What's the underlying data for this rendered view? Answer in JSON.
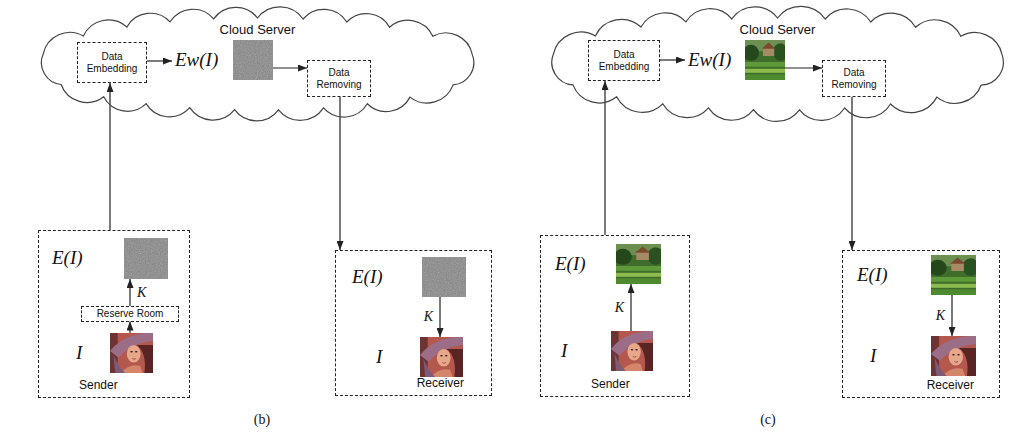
{
  "diagram": {
    "nodes": [
      {
        "text": [
          "Cloud Server"
        ]
      },
      {
        "text": [
          "Data Embedding"
        ],
        "in": 0
      },
      {
        "text": [
          "Ew(I)"
        ],
        "in": 0
      },
      {
        "text": [
          "Data Removing"
        ],
        "in": 0
      },
      {
        "text": [
          "Sender"
        ]
      },
      {
        "text": [
          "E(I)"
        ],
        "in": 4
      },
      {
        "text": [
          "Reserve Room"
        ],
        "in": 4
      },
      {
        "text": [
          "I"
        ],
        "in": 4
      },
      {
        "text": [
          "Receiver"
        ]
      },
      {
        "text": [
          "E(I)"
        ],
        "in": 8
      },
      {
        "text": [
          "I"
        ],
        "in": 8
      },
      {
        "text": [
          "Cloud Server"
        ]
      },
      {
        "text": [
          "Data Embedding"
        ],
        "in": 11
      },
      {
        "text": [
          "Ew(I)"
        ],
        "in": 11
      },
      {
        "text": [
          "Data Removing"
        ],
        "in": 11
      },
      {
        "text": [
          "Sender"
        ]
      },
      {
        "text": [
          "E(I)"
        ],
        "in": 15
      },
      {
        "text": [
          "I"
        ],
        "in": 15
      },
      {
        "text": [
          "Receiver"
        ]
      },
      {
        "text": [
          "E(I)"
        ],
        "in": 18
      },
      {
        "text": [
          "I"
        ],
        "in": 18
      }
    ],
    "edges": [
      {
        "from": 1,
        "to": 2,
        "arrow": "to"
      },
      {
        "from": 2,
        "to": 3,
        "arrow": "to"
      },
      {
        "from": 4,
        "to": 1,
        "arrow": "to"
      },
      {
        "from": 3,
        "to": 8,
        "arrow": "to"
      },
      {
        "from": 7,
        "to": 6,
        "arrow": "to"
      },
      {
        "from": 6,
        "to": 5,
        "arrow": "to",
        "label": "K"
      },
      {
        "from": 9,
        "to": 10,
        "arrow": "to",
        "label": "K"
      },
      {
        "from": 12,
        "to": 13,
        "arrow": "to"
      },
      {
        "from": 13,
        "to": 14,
        "arrow": "to"
      },
      {
        "from": 15,
        "to": 12,
        "arrow": "to"
      },
      {
        "from": 14,
        "to": 18,
        "arrow": "to"
      },
      {
        "from": 17,
        "to": 16,
        "arrow": "to",
        "label": "K"
      },
      {
        "from": 19,
        "to": 20,
        "arrow": "to",
        "label": "K"
      }
    ],
    "labels": [
      "(b)",
      "(c)"
    ]
  }
}
